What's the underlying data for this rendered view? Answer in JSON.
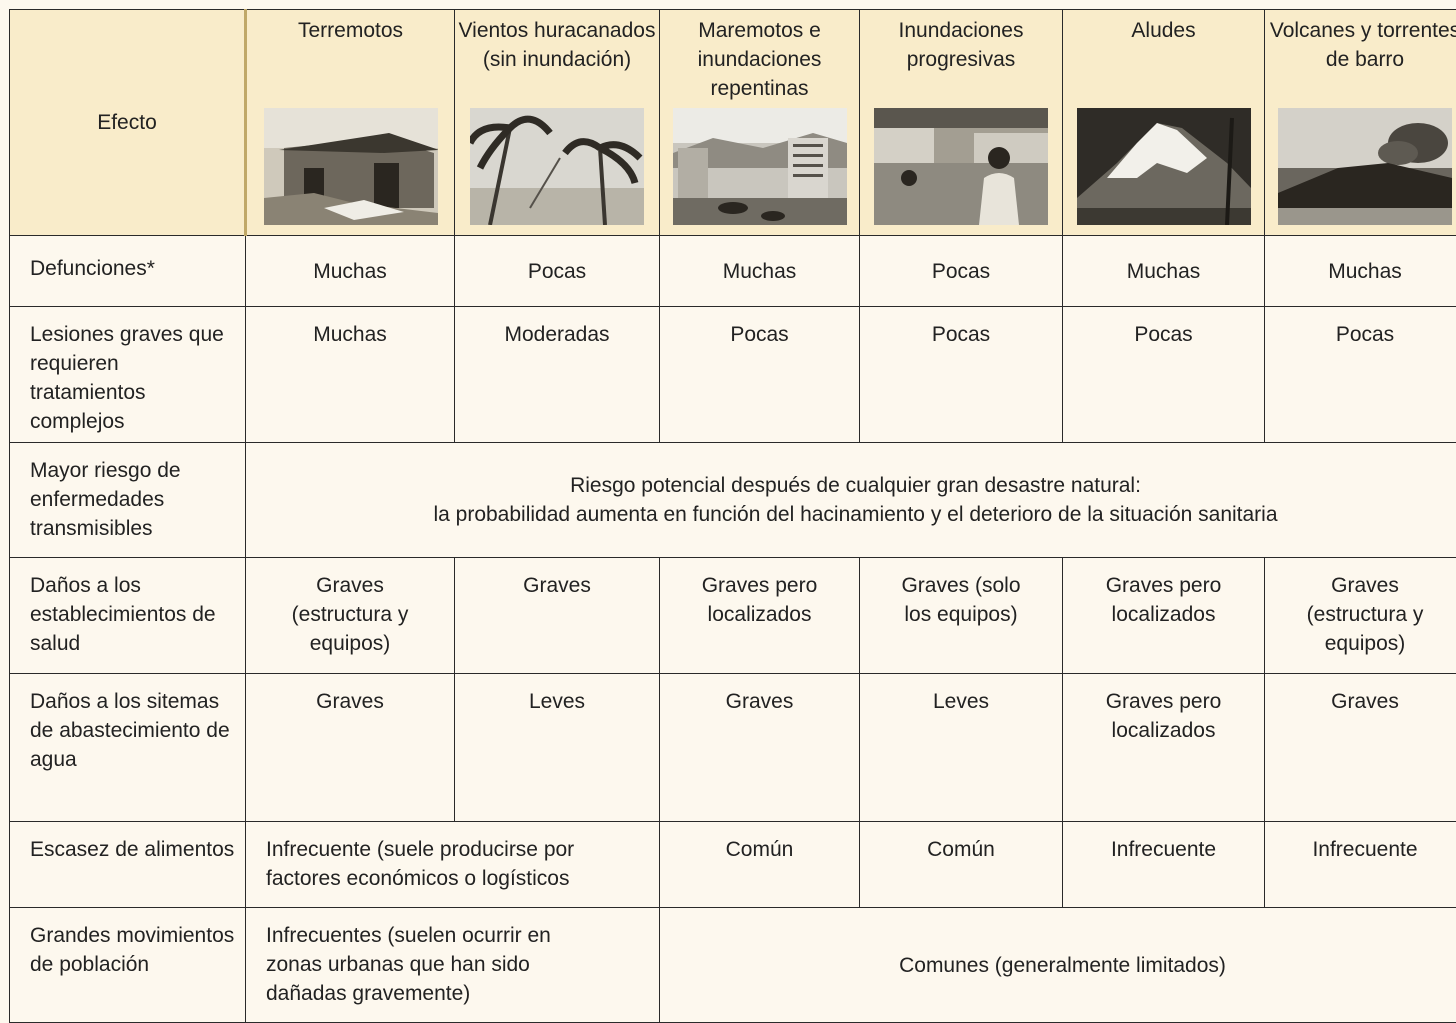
{
  "header": {
    "effect_label": "Efecto",
    "columns": [
      {
        "label": "Terremotos",
        "photo": "earthquake-photo"
      },
      {
        "label": "Vientos huracanados (sin inundación)",
        "photo": "hurricane-photo"
      },
      {
        "label": "Maremotos e inundaciones repentinas",
        "photo": "tsunami-photo"
      },
      {
        "label": "Inundaciones progresivas",
        "photo": "flood-photo"
      },
      {
        "label": "Aludes",
        "photo": "avalanche-photo"
      },
      {
        "label": "Volcanes y torrentes de barro",
        "photo": "volcano-photo"
      }
    ]
  },
  "rows": {
    "defunciones": {
      "label": "Defunciones*",
      "values": [
        "Muchas",
        "Pocas",
        "Muchas",
        "Pocas",
        "Muchas",
        "Muchas"
      ]
    },
    "lesiones": {
      "label": "Lesiones graves que requieren tratamientos complejos",
      "values": [
        "Muchas",
        "Moderadas",
        "Pocas",
        "Pocas",
        "Pocas",
        "Pocas"
      ]
    },
    "riesgo": {
      "label": "Mayor riesgo de enfermedades transmisibles",
      "line1": "Riesgo potencial después de cualquier gran desastre natural:",
      "line2": "la probabilidad aumenta en función del hacinamiento y el deterioro de la situación sanitaria"
    },
    "danos_salud": {
      "label": "Daños a los establecimientos de salud",
      "values": [
        "Graves (estructura y equipos)",
        "Graves",
        "Graves pero localizados",
        "Graves (solo los equipos)",
        "Graves pero localizados",
        "Graves (estructura y equipos)"
      ]
    },
    "danos_agua": {
      "label": "Daños a los sitemas de abastecimiento de agua",
      "values": [
        "Graves",
        "Leves",
        "Graves",
        "Leves",
        "Graves pero localizados",
        "Graves"
      ]
    },
    "escasez": {
      "label": "Escasez de alimentos",
      "merged": "Infrecuente (suele producirse por factores económicos o logísticos",
      "values": [
        "Común",
        "Común",
        "Infrecuente",
        "Infrecuente"
      ]
    },
    "movimientos": {
      "label": "Grandes movimientos de población",
      "merged_left": "Infrecuentes (suelen ocurrir en zonas urbanas que han sido dañadas gravemente)",
      "merged_right": "Comunes (generalmente limitados)"
    }
  }
}
